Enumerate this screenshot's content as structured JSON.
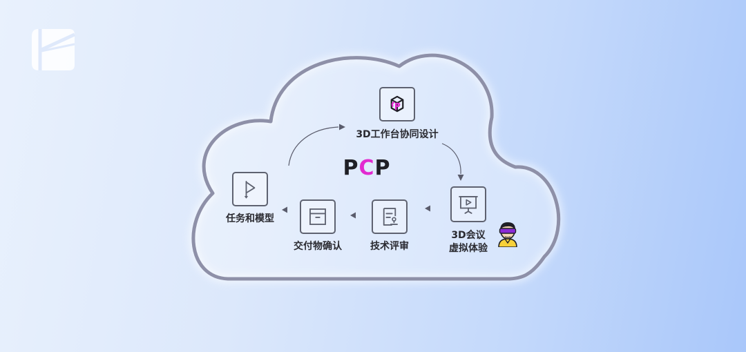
{
  "brand": {
    "first": "P",
    "middle": "C",
    "last": "P"
  },
  "colors": {
    "accent": "#e22ad0",
    "cloud_stroke": "#8e90a8",
    "icon_stroke": "#5e6270",
    "arrow": "#5a5c6c"
  },
  "nodes": [
    {
      "id": "collab-design",
      "icon": "pcp-cube-icon",
      "label": "3D工作台协同设计"
    },
    {
      "id": "virtual-meeting",
      "icon": "presentation-screen-icon",
      "label_lines": [
        "3D会议",
        "虚拟体验"
      ]
    },
    {
      "id": "tech-review",
      "icon": "document-review-icon",
      "label": "技术评审"
    },
    {
      "id": "delivery-confirm",
      "icon": "package-box-icon",
      "label": "交付物确认"
    },
    {
      "id": "task-model",
      "icon": "flag-icon",
      "label": "任务和模型"
    }
  ],
  "avatar": {
    "icon": "vr-headset-person-icon"
  },
  "logo": {
    "icon": "app-logo-icon"
  }
}
